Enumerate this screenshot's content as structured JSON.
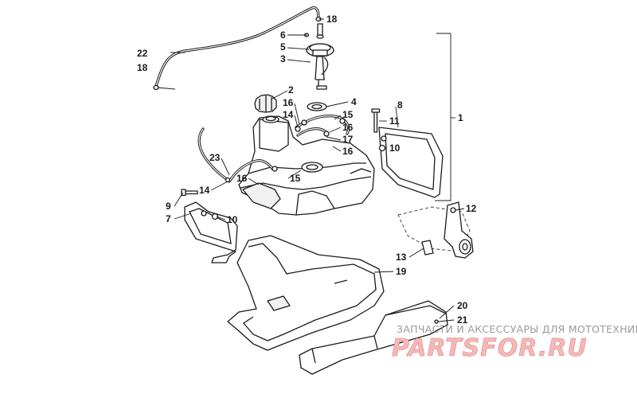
{
  "callouts": {
    "c1": "1",
    "c2": "2",
    "c3": "3",
    "c4": "4",
    "c5": "5",
    "c6": "6",
    "c7": "7",
    "c8": "8",
    "c9": "9",
    "c10a": "10",
    "c10b": "10",
    "c11": "11",
    "c12": "12",
    "c13": "13",
    "c14a": "14",
    "c14b": "14",
    "c15a": "15",
    "c15b": "15",
    "c16a": "16",
    "c16b": "16",
    "c16c": "16",
    "c16d": "16",
    "c17": "17",
    "c18a": "18",
    "c18b": "18",
    "c19": "19",
    "c20": "20",
    "c21": "21",
    "c22": "22",
    "c23": "23"
  },
  "watermark": {
    "caption": "ЗАПЧАСТИ И АКСЕССУАРЫ ДЛЯ МОТОТЕХНИКИ",
    "logo": "PARTSFOR.RU"
  }
}
